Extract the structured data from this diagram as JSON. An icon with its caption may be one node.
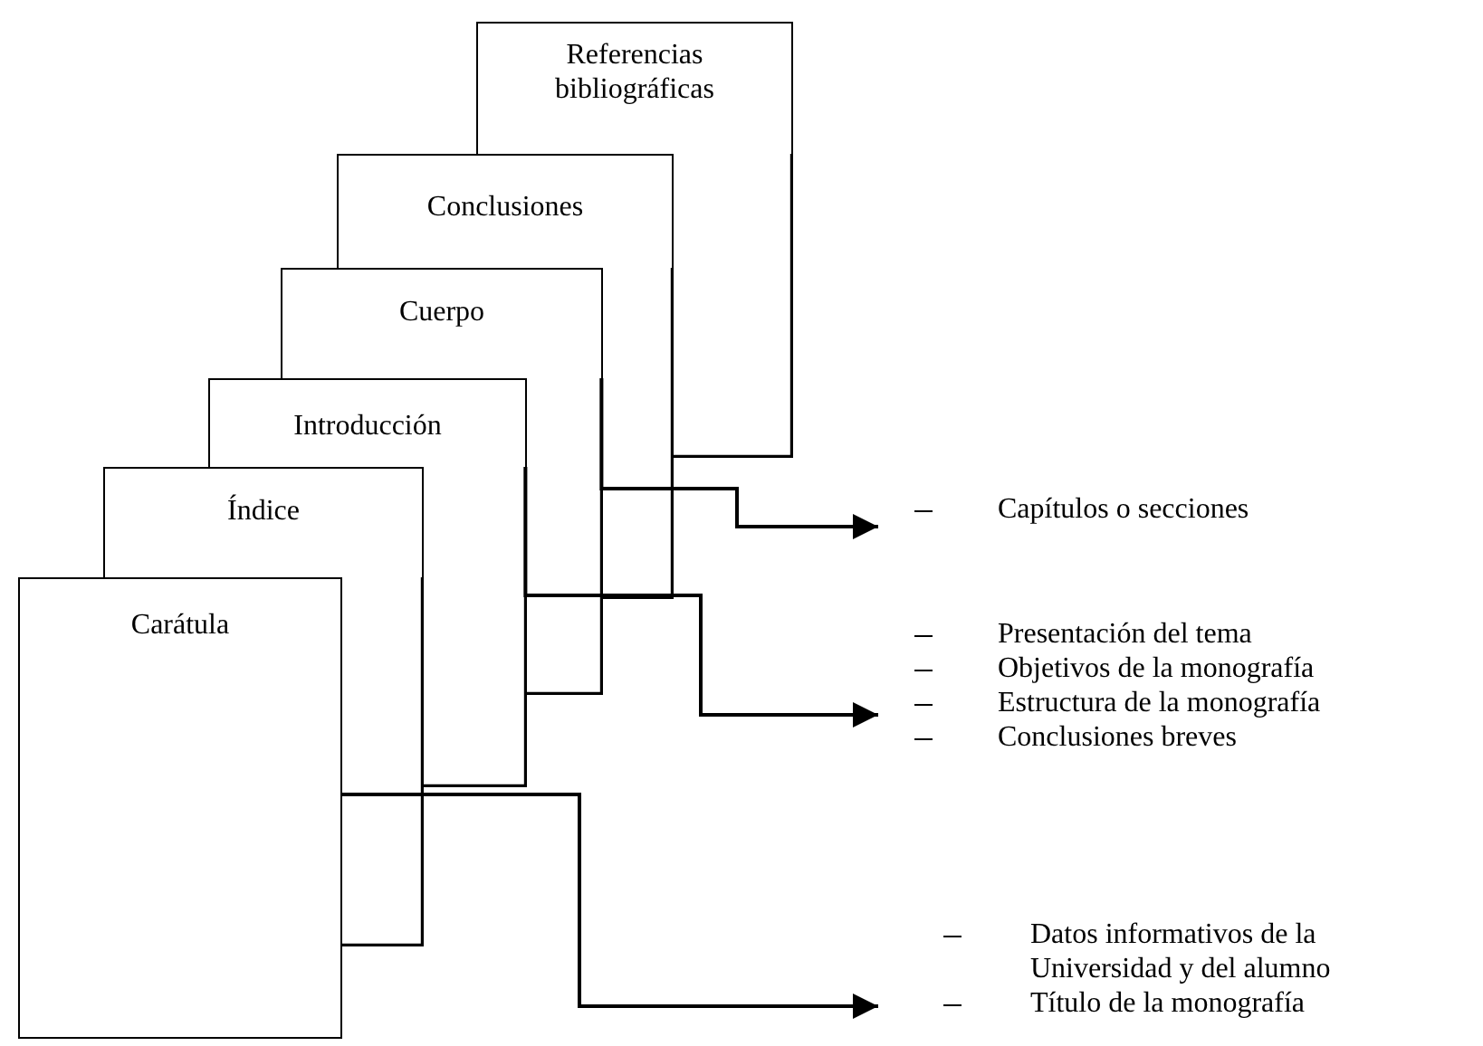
{
  "diagram": {
    "nodes": [
      {
        "text": [
          "Referencias bibliográficas"
        ]
      },
      {
        "text": [
          "Conclusiones"
        ]
      },
      {
        "text": [
          "Cuerpo"
        ]
      },
      {
        "text": [
          "Introducción"
        ]
      },
      {
        "text": [
          "Índice"
        ]
      },
      {
        "text": [
          "Carátula"
        ]
      },
      {
        "text": [
          "Capítulos o secciones"
        ]
      },
      {
        "text": [
          "Presentación del tema",
          "Objetivos de la monografía",
          "Estructura de la monografía",
          "Conclusiones breves"
        ]
      },
      {
        "text": [
          "Datos informativos de la Universidad y del alumno",
          "Título de la monografía"
        ]
      }
    ],
    "edges": [
      {
        "from": 2,
        "to": 6,
        "arrow": "to"
      },
      {
        "from": 3,
        "to": 7,
        "arrow": "to"
      },
      {
        "from": 5,
        "to": 8,
        "arrow": "to"
      }
    ]
  }
}
